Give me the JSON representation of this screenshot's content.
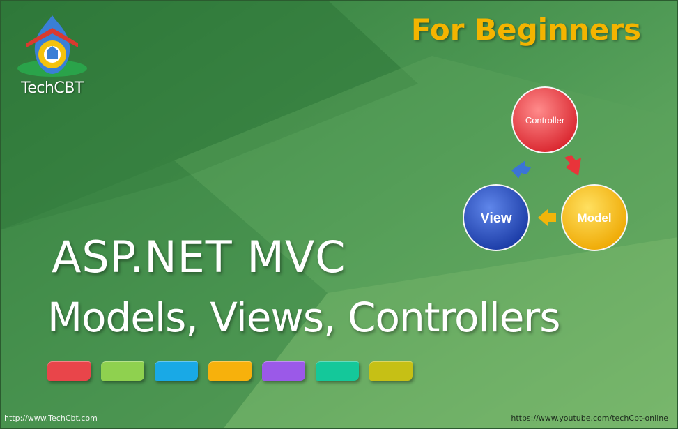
{
  "brand": {
    "name": "TechCBT"
  },
  "tagline": "For Beginners",
  "diagram": {
    "controller": {
      "label": "Controller",
      "color": "#e8343a"
    },
    "view": {
      "label": "View",
      "color": "#1f47b8"
    },
    "model": {
      "label": "Model",
      "color": "#f2b50a"
    }
  },
  "title": {
    "line1": "ASP.NET MVC",
    "line2": "Models, Views, Controllers"
  },
  "swatches": [
    "#e9454a",
    "#8fd14f",
    "#19a9e6",
    "#f7b10c",
    "#9b59e8",
    "#14c89a",
    "#c6c015"
  ],
  "footer": {
    "left_url": "http://www.TechCbt.com",
    "right_url": "https://www.youtube.com/techCbt-online"
  },
  "colors": {
    "background": "#4c9450",
    "accent": "#f4b400"
  }
}
